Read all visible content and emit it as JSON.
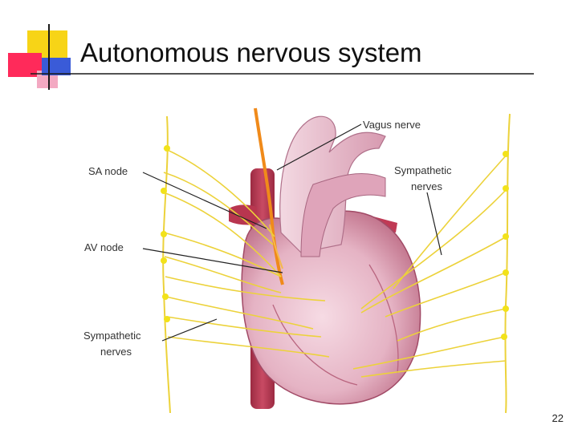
{
  "slide": {
    "title": "Autonomous nervous system",
    "page_number": "22",
    "colors": {
      "accent_yellow": "#f7d417",
      "accent_red": "#ff2a5a",
      "accent_blue": "#3a5bd8",
      "nerve_yellow": "#ecd23a",
      "vagus_orange": "#f08a1a",
      "heart_pink": "#e8b8c8",
      "vessel_red": "#b8364f"
    }
  },
  "diagram": {
    "labels": {
      "vagus": "Vagus nerve",
      "sa_node": "SA node",
      "av_node": "AV node",
      "symp_right_1": "Sympathetic",
      "symp_right_2": "nerves",
      "symp_left_1": "Sympathetic",
      "symp_left_2": "nerves"
    }
  }
}
